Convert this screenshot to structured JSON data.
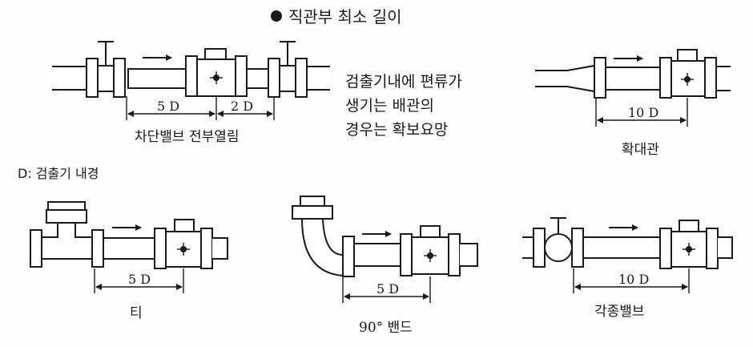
{
  "title": "직관부 최소 길이",
  "note": [
    "검출기내에 편류가",
    "생기는 배관의",
    "경우는 확보요망"
  ],
  "d_note": "D: 검출기 내경",
  "diagrams": {
    "shutoff": {
      "caption": "차단밸브 전부열림",
      "dim1": "5 D",
      "dim2": "2 D"
    },
    "expander": {
      "caption": "확대관",
      "dim": "10 D"
    },
    "tee": {
      "caption": "티",
      "dim": "5 D"
    },
    "bend": {
      "caption": "90° 밴드",
      "dim": "5 D"
    },
    "valves": {
      "caption": "각종밸브",
      "dim": "10 D"
    }
  }
}
